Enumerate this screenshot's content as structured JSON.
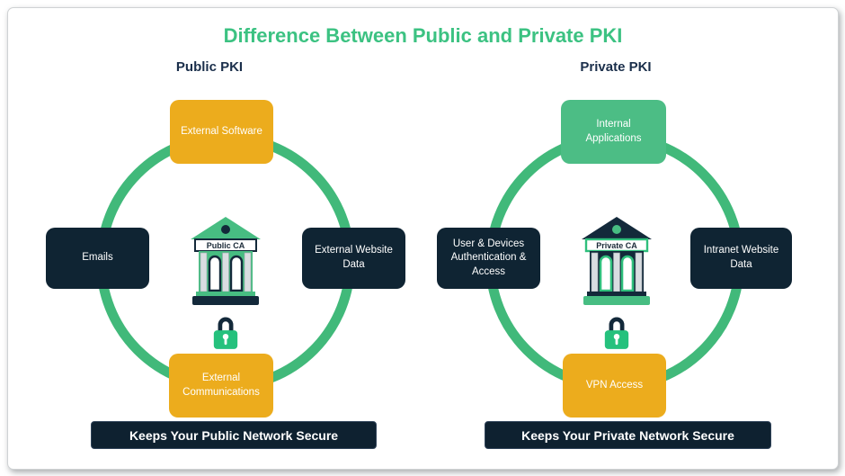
{
  "title": "Difference Between Public and Private PKI",
  "colors": {
    "title_green": "#3cc282",
    "ring_green": "#41b97a",
    "box_green": "#4cbd85",
    "box_yellow": "#ecac1d",
    "box_navy": "#0f2433",
    "lock_green": "#25c17d"
  },
  "public": {
    "heading": "Public PKI",
    "ca_label": "Public CA",
    "nodes": {
      "top": "External Software",
      "left": "Emails",
      "right": "External Website Data",
      "bottom": "External Communications"
    },
    "banner": "Keeps Your Public Network Secure"
  },
  "private": {
    "heading": "Private PKI",
    "ca_label": "Private CA",
    "nodes": {
      "top": "Internal Applications",
      "left": "User & Devices Authentication & Access",
      "right": "Intranet Website Data",
      "bottom": "VPN Access"
    },
    "banner": "Keeps Your Private Network Secure"
  }
}
